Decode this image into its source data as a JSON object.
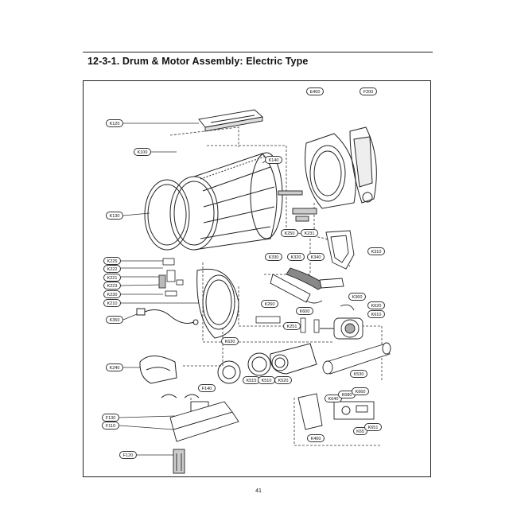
{
  "document": {
    "title": "12-3-1. Drum & Motor Assembly: Electric Type",
    "page_number": "41"
  },
  "callouts": {
    "K120": "K120",
    "K100": "K100",
    "K140": "K140",
    "K130": "K130",
    "E400": "E400",
    "F200": "F200",
    "K250": "K250",
    "K231": "K231",
    "K310": "K310",
    "K330": "K330",
    "K320": "K320",
    "K340": "K340",
    "K225": "K225",
    "K222": "K222",
    "K221": "K221",
    "K223": "K223",
    "K230": "K230",
    "K210": "K210",
    "K350": "K350",
    "K360": "K360",
    "K620": "K620",
    "K610": "K610",
    "K260": "K260",
    "K600": "K600",
    "K251": "K251",
    "K630": "K630",
    "K240": "K240",
    "K515": "K515",
    "K510": "K510",
    "K520": "K520",
    "K530": "K530",
    "F140": "F140",
    "K640": "K640",
    "K680": "K680",
    "K660": "K660",
    "F130": "F130",
    "F110": "F110",
    "K65": "K65",
    "K651": "K651",
    "K400": "K400",
    "F120": "F120"
  }
}
